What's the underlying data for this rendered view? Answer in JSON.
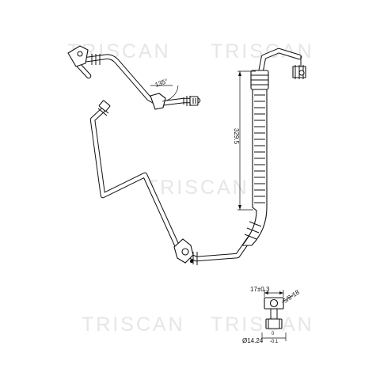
{
  "watermark": {
    "text": "TRISCAN",
    "color": "#e6e6e6"
  },
  "dimensions": {
    "angle": "135°",
    "length": "329.5",
    "width_top": "17±0.3",
    "thread": "5/8-18",
    "diameter": "Ø14.24",
    "tol_upper": "0",
    "tol_lower": "-0.1"
  },
  "colors": {
    "line": "#111111",
    "background": "#ffffff"
  }
}
